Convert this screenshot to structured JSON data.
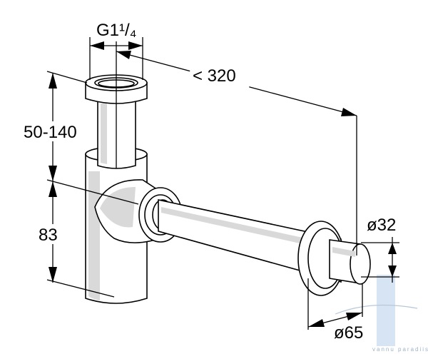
{
  "diagram": {
    "labels": {
      "thread": "G1¹/₄",
      "length": "< 320",
      "height_range": "50-140",
      "height_lower": "83",
      "pipe_diameter": "ø32",
      "rosette_diameter": "ø65"
    },
    "watermark": "vannu paradiis"
  }
}
